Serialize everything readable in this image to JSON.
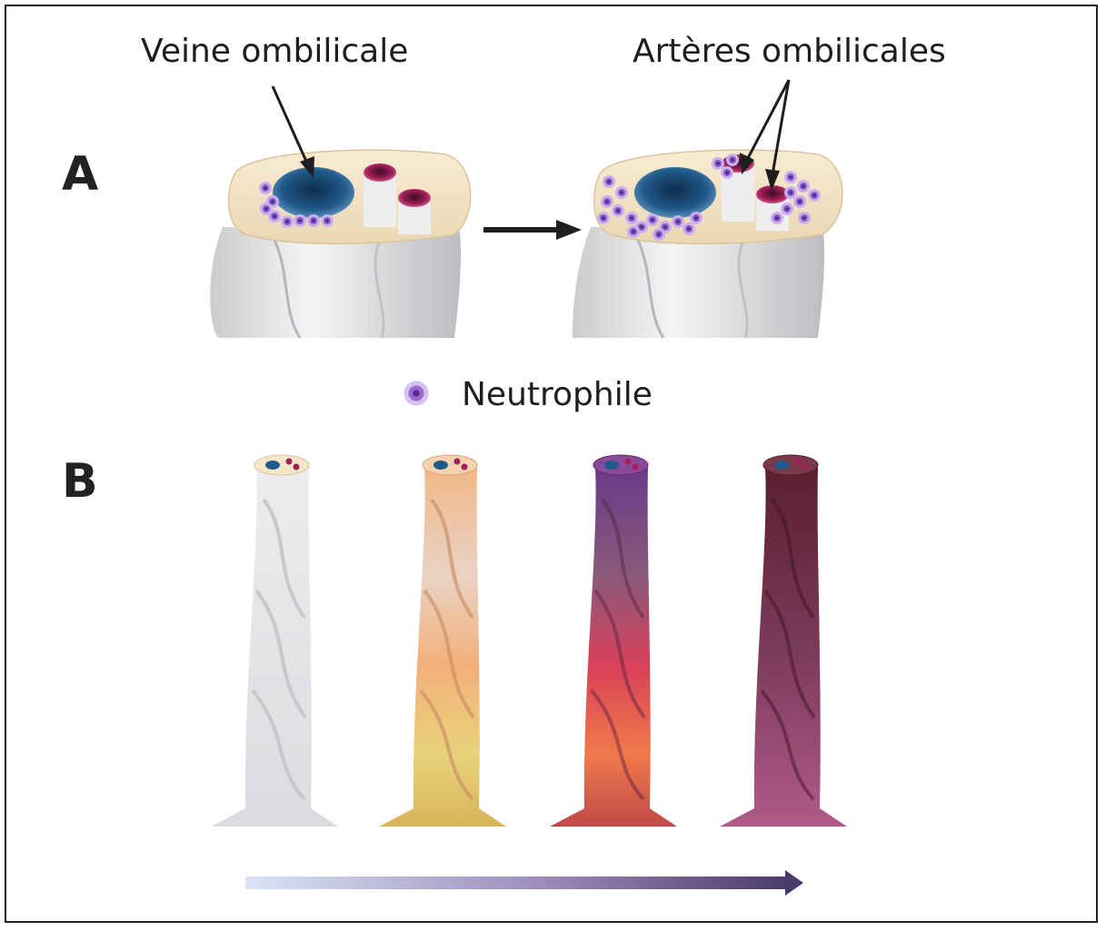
{
  "panel_a": {
    "letter": "A",
    "vein_label": "Veine ombilicale",
    "arteries_label": "Artères ombilicales"
  },
  "legend": {
    "neutrophil_label": "Neutrophile",
    "neutrophil_icon": "neutrophil-cell-icon"
  },
  "panel_b": {
    "letter": "B",
    "progression_arrow": "gradient-arrow",
    "cords": [
      {
        "name": "cord-stage-1",
        "color": "#e8e8ea"
      },
      {
        "name": "cord-stage-2",
        "color": "#e9a977"
      },
      {
        "name": "cord-stage-3",
        "color": "#8a3e6e"
      },
      {
        "name": "cord-stage-4",
        "color": "#7a2f58"
      }
    ]
  },
  "colors": {
    "vessel_vein": "#1f5a8a",
    "vessel_artery": "#a01f5a",
    "neutrophil": "#9a6ad0",
    "cord_cap": "#f4e6c8",
    "arrow_start": "#d9e4f4",
    "arrow_end": "#4a3b6a"
  }
}
